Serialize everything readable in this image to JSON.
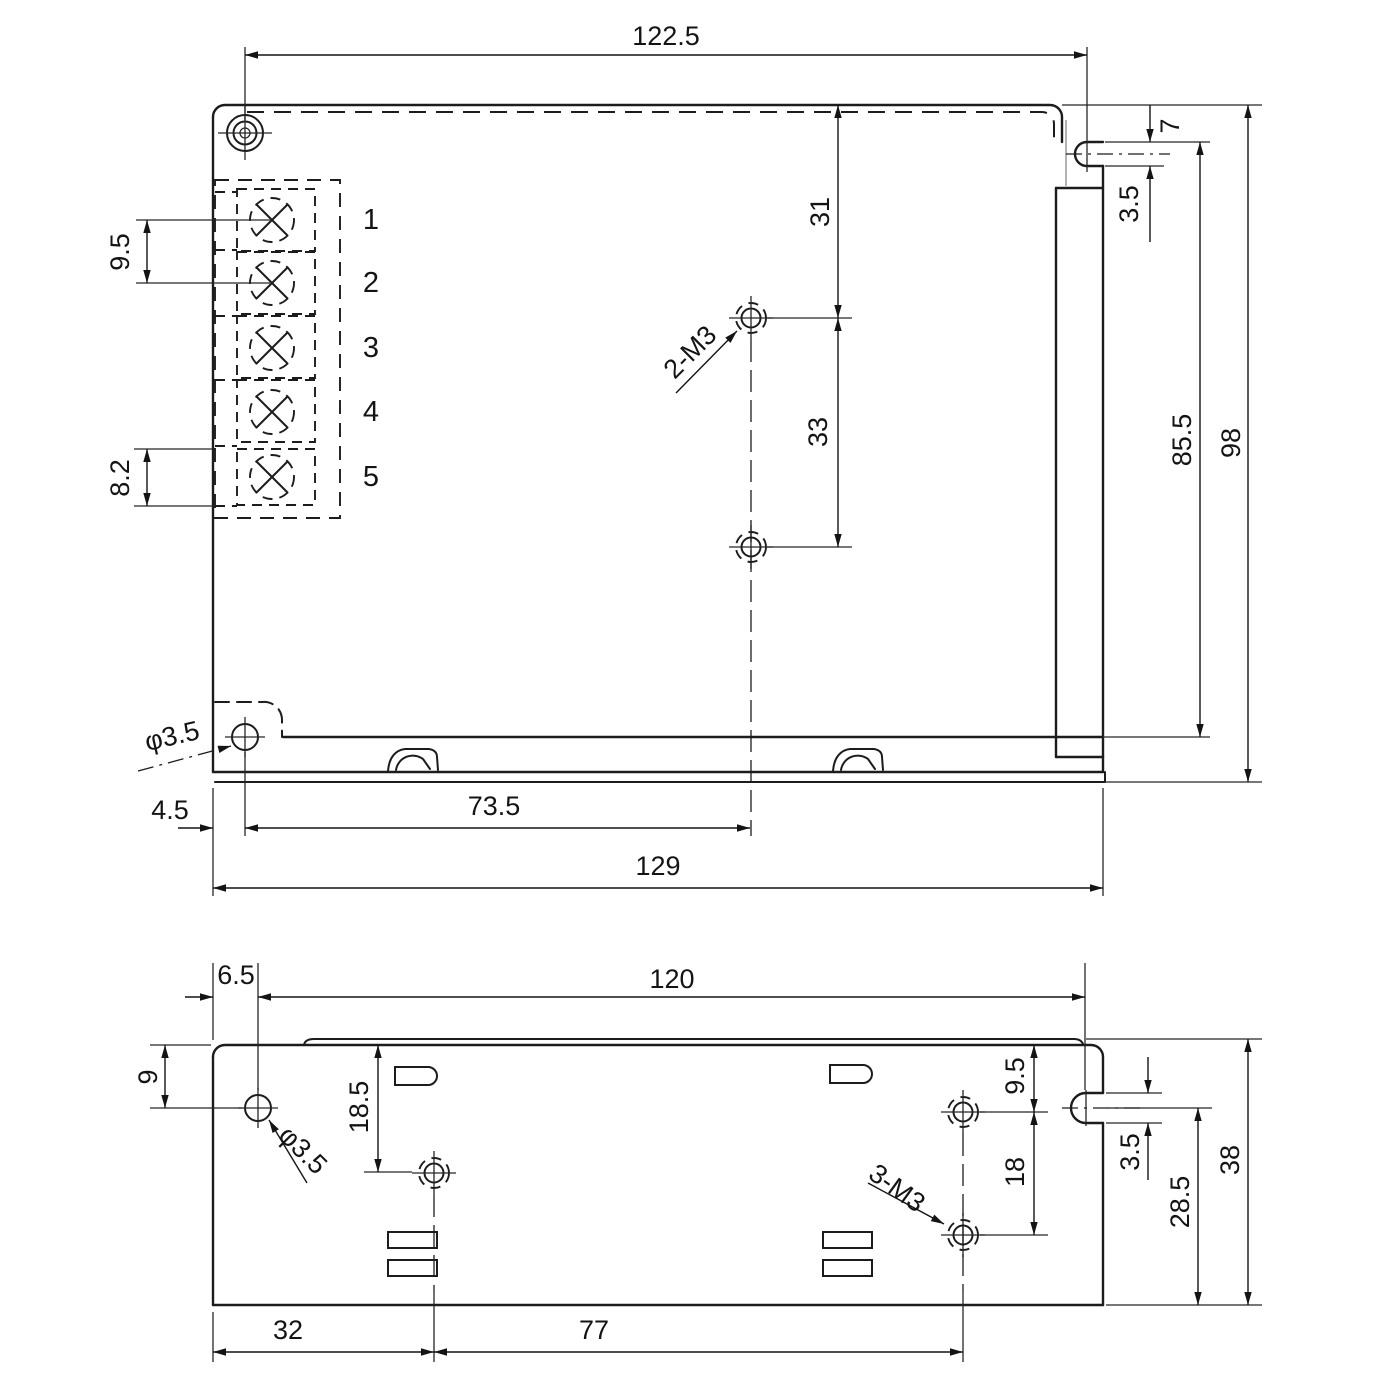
{
  "drawing_type": "mechanical-dimension-drawing",
  "colors": {
    "line": "#1c1c1c",
    "dimension": "#141414",
    "background": "#ffffff",
    "aux_line": "#9a9a9a"
  },
  "top_view": {
    "terminal_labels": [
      "1",
      "2",
      "3",
      "4",
      "5"
    ],
    "dims": {
      "mounting_width": "122.5",
      "edge_to_thread": "31",
      "thread_pitch": "33",
      "thread_label": "2-M3",
      "terminal_pitch": "9.5",
      "terminal_last_pitch": "8.2",
      "notch_offset": "7",
      "notch_width": "3.5",
      "inner_depth": "85.5",
      "total_depth": "98",
      "hole_diameter": "φ3.5",
      "hole_edge_offset": "4.5",
      "hole_to_thread_center": "73.5",
      "total_width": "129"
    }
  },
  "bottom_view": {
    "dims": {
      "hole_edge_offset": "6.5",
      "mounting_width": "120",
      "edge_to_hole": "9",
      "edge_to_thread": "18.5",
      "hole_diameter": "φ3.5",
      "edge_to_right_thread": "9.5",
      "right_thread_pitch": "18",
      "thread_label": "3-M3",
      "notch_width": "3.5",
      "notch_to_bottom": "28.5",
      "total_depth": "38",
      "left_thread_offset": "32",
      "thread_span": "77"
    }
  }
}
